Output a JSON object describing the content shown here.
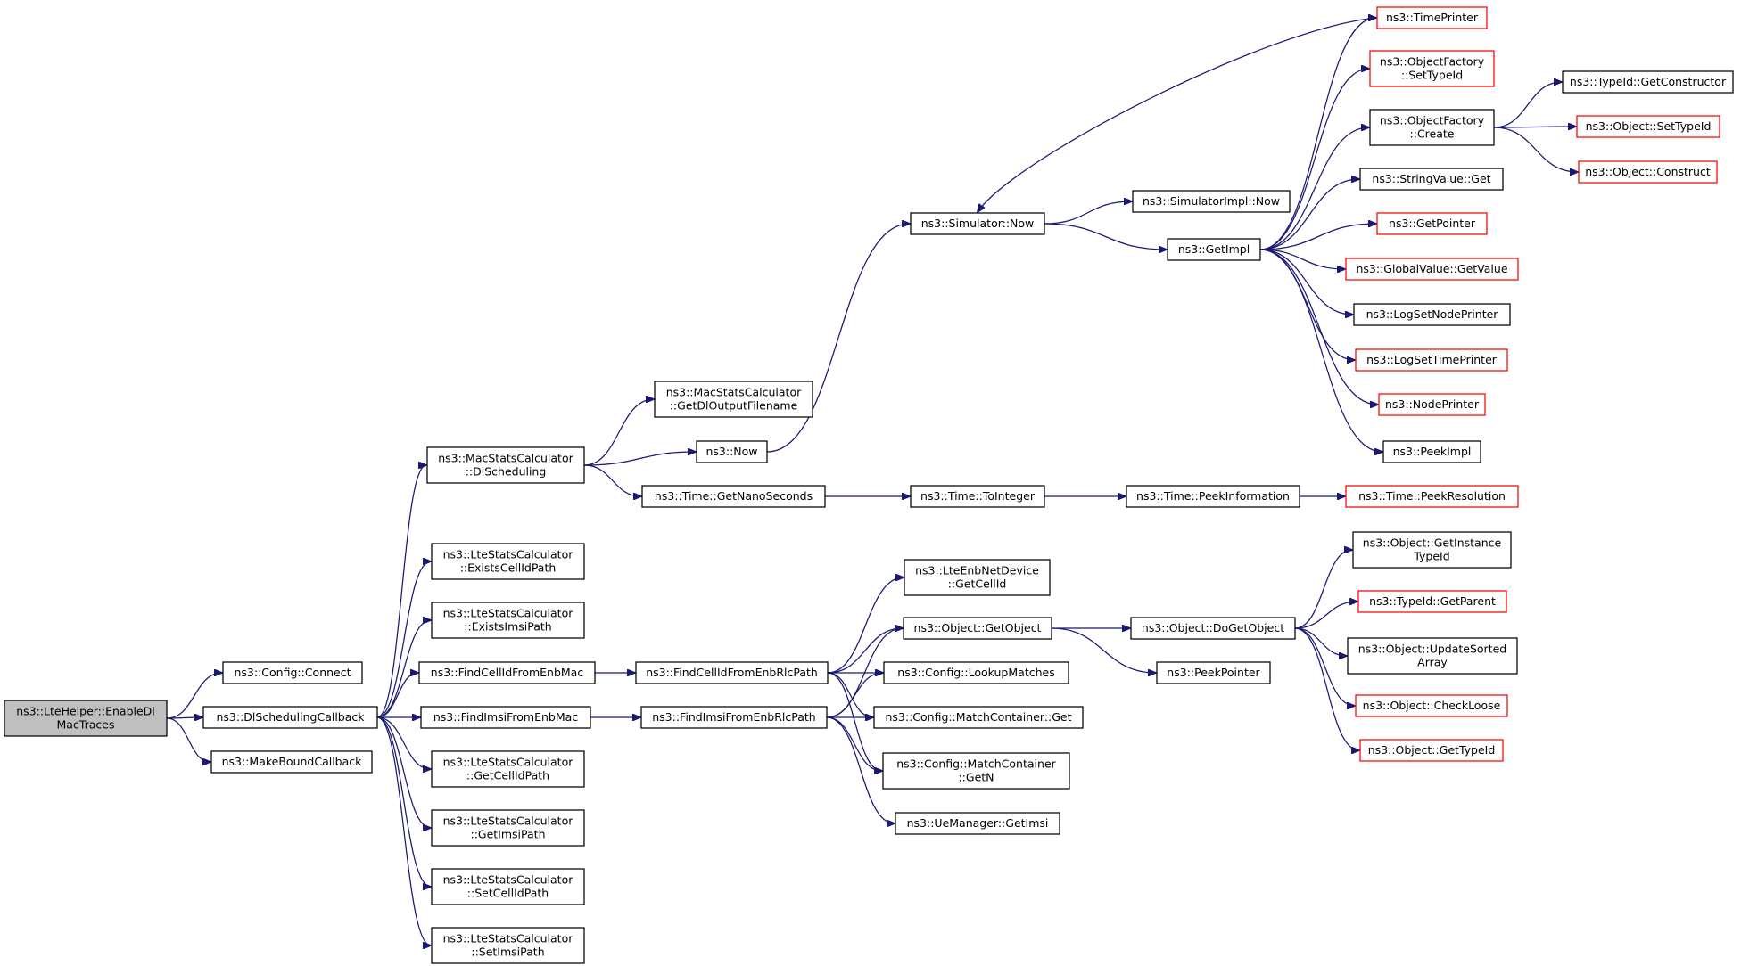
{
  "colors": {
    "edge": "#191970",
    "border_normal": "#000000",
    "border_truncated": "#ff0000",
    "root_fill": "#bfbfbf",
    "node_fill": "#ffffff"
  },
  "nodes": [
    {
      "id": "root",
      "lines": [
        "ns3::LteHelper::EnableDl",
        "MacTraces"
      ],
      "style": "root"
    },
    {
      "id": "connect",
      "lines": [
        "ns3::Config::Connect"
      ],
      "style": "normal"
    },
    {
      "id": "dlsched",
      "lines": [
        "ns3::DlSchedulingCallback"
      ],
      "style": "normal"
    },
    {
      "id": "makebound",
      "lines": [
        "ns3::MakeBoundCallback"
      ],
      "style": "normal"
    },
    {
      "id": "macstats_dl",
      "lines": [
        "ns3::MacStatsCalculator",
        "::DlScheduling"
      ],
      "style": "normal"
    },
    {
      "id": "exists_cell",
      "lines": [
        "ns3::LteStatsCalculator",
        "::ExistsCellIdPath"
      ],
      "style": "normal"
    },
    {
      "id": "exists_imsi",
      "lines": [
        "ns3::LteStatsCalculator",
        "::ExistsImsiPath"
      ],
      "style": "normal"
    },
    {
      "id": "findcell_mac",
      "lines": [
        "ns3::FindCellIdFromEnbMac"
      ],
      "style": "normal"
    },
    {
      "id": "findimsi_mac",
      "lines": [
        "ns3::FindImsiFromEnbMac"
      ],
      "style": "normal"
    },
    {
      "id": "get_cell",
      "lines": [
        "ns3::LteStatsCalculator",
        "::GetCellIdPath"
      ],
      "style": "normal"
    },
    {
      "id": "get_imsi",
      "lines": [
        "ns3::LteStatsCalculator",
        "::GetImsiPath"
      ],
      "style": "normal"
    },
    {
      "id": "set_cell",
      "lines": [
        "ns3::LteStatsCalculator",
        "::SetCellIdPath"
      ],
      "style": "normal"
    },
    {
      "id": "set_imsi",
      "lines": [
        "ns3::LteStatsCalculator",
        "::SetImsiPath"
      ],
      "style": "normal"
    },
    {
      "id": "macstats_fn",
      "lines": [
        "ns3::MacStatsCalculator",
        "::GetDlOutputFilename"
      ],
      "style": "normal"
    },
    {
      "id": "now",
      "lines": [
        "ns3::Now"
      ],
      "style": "normal"
    },
    {
      "id": "gettime",
      "lines": [
        "ns3::Time::GetNanoSeconds"
      ],
      "style": "normal"
    },
    {
      "id": "findcell_rlc",
      "lines": [
        "ns3::FindCellIdFromEnbRlcPath"
      ],
      "style": "normal"
    },
    {
      "id": "findimsi_rlc",
      "lines": [
        "ns3::FindImsiFromEnbRlcPath"
      ],
      "style": "normal"
    },
    {
      "id": "sim_now",
      "lines": [
        "ns3::Simulator::Now"
      ],
      "style": "normal"
    },
    {
      "id": "tointeger",
      "lines": [
        "ns3::Time::ToInteger"
      ],
      "style": "normal"
    },
    {
      "id": "enb_getcell",
      "lines": [
        "ns3::LteEnbNetDevice",
        "::GetCellId"
      ],
      "style": "normal"
    },
    {
      "id": "getobject",
      "lines": [
        "ns3::Object::GetObject"
      ],
      "style": "normal"
    },
    {
      "id": "lookup",
      "lines": [
        "ns3::Config::LookupMatches"
      ],
      "style": "normal"
    },
    {
      "id": "mc_get",
      "lines": [
        "ns3::Config::MatchContainer::Get"
      ],
      "style": "normal"
    },
    {
      "id": "mc_getn",
      "lines": [
        "ns3::Config::MatchContainer",
        "::GetN"
      ],
      "style": "normal"
    },
    {
      "id": "uemgr",
      "lines": [
        "ns3::UeManager::GetImsi"
      ],
      "style": "normal"
    },
    {
      "id": "simimpl_now",
      "lines": [
        "ns3::SimulatorImpl::Now"
      ],
      "style": "normal"
    },
    {
      "id": "getimpl",
      "lines": [
        "ns3::GetImpl"
      ],
      "style": "normal"
    },
    {
      "id": "peekinfo",
      "lines": [
        "ns3::Time::PeekInformation"
      ],
      "style": "normal"
    },
    {
      "id": "dogetobject",
      "lines": [
        "ns3::Object::DoGetObject"
      ],
      "style": "normal"
    },
    {
      "id": "peekpointer",
      "lines": [
        "ns3::PeekPointer"
      ],
      "style": "normal"
    },
    {
      "id": "timeprinter",
      "lines": [
        "ns3::TimePrinter"
      ],
      "style": "truncated"
    },
    {
      "id": "of_settype",
      "lines": [
        "ns3::ObjectFactory",
        "::SetTypeId"
      ],
      "style": "truncated"
    },
    {
      "id": "of_create",
      "lines": [
        "ns3::ObjectFactory",
        "::Create"
      ],
      "style": "normal"
    },
    {
      "id": "strval",
      "lines": [
        "ns3::StringValue::Get"
      ],
      "style": "normal"
    },
    {
      "id": "getpointer",
      "lines": [
        "ns3::GetPointer"
      ],
      "style": "truncated"
    },
    {
      "id": "globalval",
      "lines": [
        "ns3::GlobalValue::GetValue"
      ],
      "style": "truncated"
    },
    {
      "id": "lognode",
      "lines": [
        "ns3::LogSetNodePrinter"
      ],
      "style": "normal"
    },
    {
      "id": "logtime",
      "lines": [
        "ns3::LogSetTimePrinter"
      ],
      "style": "truncated"
    },
    {
      "id": "nodeprinter",
      "lines": [
        "ns3::NodePrinter"
      ],
      "style": "truncated"
    },
    {
      "id": "peekimpl",
      "lines": [
        "ns3::PeekImpl"
      ],
      "style": "normal"
    },
    {
      "id": "peekres",
      "lines": [
        "ns3::Time::PeekResolution"
      ],
      "style": "truncated"
    },
    {
      "id": "getinstance",
      "lines": [
        "ns3::Object::GetInstance",
        "TypeId"
      ],
      "style": "normal"
    },
    {
      "id": "getparent",
      "lines": [
        "ns3::TypeId::GetParent"
      ],
      "style": "truncated"
    },
    {
      "id": "updatesorted",
      "lines": [
        "ns3::Object::UpdateSorted",
        "Array"
      ],
      "style": "normal"
    },
    {
      "id": "checkloose",
      "lines": [
        "ns3::Object::CheckLoose"
      ],
      "style": "truncated"
    },
    {
      "id": "gettypeid",
      "lines": [
        "ns3::Object::GetTypeId"
      ],
      "style": "truncated"
    },
    {
      "id": "getconstructor",
      "lines": [
        "ns3::TypeId::GetConstructor"
      ],
      "style": "normal"
    },
    {
      "id": "obj_settype",
      "lines": [
        "ns3::Object::SetTypeId"
      ],
      "style": "truncated"
    },
    {
      "id": "obj_construct",
      "lines": [
        "ns3::Object::Construct"
      ],
      "style": "truncated"
    }
  ],
  "edges": [
    [
      "root",
      "connect"
    ],
    [
      "root",
      "dlsched"
    ],
    [
      "root",
      "makebound"
    ],
    [
      "dlsched",
      "macstats_dl"
    ],
    [
      "dlsched",
      "exists_cell"
    ],
    [
      "dlsched",
      "exists_imsi"
    ],
    [
      "dlsched",
      "findcell_mac"
    ],
    [
      "dlsched",
      "findimsi_mac"
    ],
    [
      "dlsched",
      "get_cell"
    ],
    [
      "dlsched",
      "get_imsi"
    ],
    [
      "dlsched",
      "set_cell"
    ],
    [
      "dlsched",
      "set_imsi"
    ],
    [
      "macstats_dl",
      "macstats_fn"
    ],
    [
      "macstats_dl",
      "now"
    ],
    [
      "macstats_dl",
      "gettime"
    ],
    [
      "now",
      "sim_now"
    ],
    [
      "sim_now",
      "simimpl_now"
    ],
    [
      "sim_now",
      "getimpl"
    ],
    [
      "getimpl",
      "timeprinter"
    ],
    [
      "getimpl",
      "of_settype"
    ],
    [
      "getimpl",
      "of_create"
    ],
    [
      "getimpl",
      "strval"
    ],
    [
      "getimpl",
      "getpointer"
    ],
    [
      "getimpl",
      "globalval"
    ],
    [
      "getimpl",
      "lognode"
    ],
    [
      "getimpl",
      "logtime"
    ],
    [
      "getimpl",
      "nodeprinter"
    ],
    [
      "getimpl",
      "peekimpl"
    ],
    [
      "timeprinter",
      "sim_now"
    ],
    [
      "of_create",
      "getconstructor"
    ],
    [
      "of_create",
      "obj_settype"
    ],
    [
      "of_create",
      "obj_construct"
    ],
    [
      "gettime",
      "tointeger"
    ],
    [
      "tointeger",
      "peekinfo"
    ],
    [
      "peekinfo",
      "peekres"
    ],
    [
      "findcell_mac",
      "findcell_rlc"
    ],
    [
      "findimsi_mac",
      "findimsi_rlc"
    ],
    [
      "findcell_rlc",
      "enb_getcell"
    ],
    [
      "findcell_rlc",
      "getobject"
    ],
    [
      "findcell_rlc",
      "lookup"
    ],
    [
      "findcell_rlc",
      "mc_get"
    ],
    [
      "findcell_rlc",
      "mc_getn"
    ],
    [
      "findimsi_rlc",
      "getobject"
    ],
    [
      "findimsi_rlc",
      "lookup"
    ],
    [
      "findimsi_rlc",
      "mc_get"
    ],
    [
      "findimsi_rlc",
      "mc_getn"
    ],
    [
      "findimsi_rlc",
      "uemgr"
    ],
    [
      "getobject",
      "dogetobject"
    ],
    [
      "getobject",
      "peekpointer"
    ],
    [
      "dogetobject",
      "getinstance"
    ],
    [
      "dogetobject",
      "getparent"
    ],
    [
      "dogetobject",
      "updatesorted"
    ],
    [
      "dogetobject",
      "checkloose"
    ],
    [
      "dogetobject",
      "gettypeid"
    ]
  ]
}
